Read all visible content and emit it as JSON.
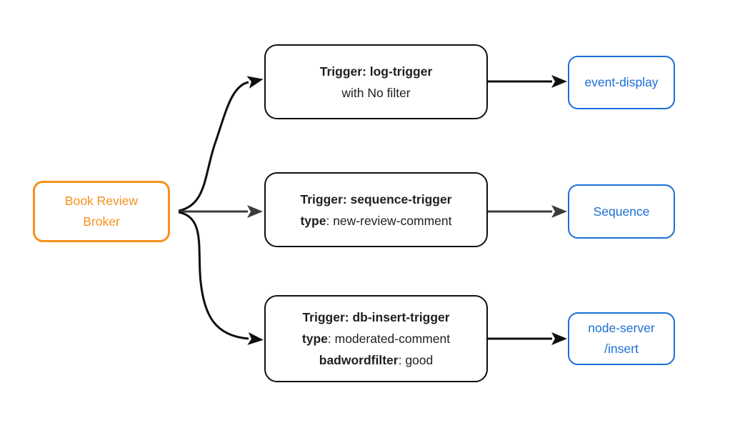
{
  "broker": {
    "lines": [
      "Book Review",
      "Broker"
    ]
  },
  "triggers": [
    {
      "name": "log-trigger",
      "lines": [
        {
          "bold": "Trigger: log-trigger",
          "rest": ""
        },
        {
          "bold": "",
          "rest": "with No filter"
        }
      ]
    },
    {
      "name": "sequence-trigger",
      "lines": [
        {
          "bold": "Trigger: sequence-trigger",
          "rest": ""
        },
        {
          "bold": "type",
          "rest": ": new-review-comment"
        }
      ]
    },
    {
      "name": "db-insert-trigger",
      "lines": [
        {
          "bold": "Trigger: db-insert-trigger",
          "rest": ""
        },
        {
          "bold": "type",
          "rest": ": moderated-comment"
        },
        {
          "bold": "badwordfilter",
          "rest": ": good"
        }
      ]
    }
  ],
  "sinks": [
    {
      "name": "event-display",
      "lines": [
        "event-display"
      ]
    },
    {
      "name": "sequence",
      "lines": [
        "Sequence"
      ]
    },
    {
      "name": "node-server-insert",
      "lines": [
        "node-server",
        "/insert"
      ]
    }
  ],
  "colors": {
    "canvas_bg": "#ffffff",
    "broker_color": "#F6921E",
    "trigger_border": "#0f0f0f",
    "text_color": "#1f1f1f",
    "sink_color": "#1A6FD4",
    "edge_black": "#0f0f0f",
    "edge_gray": "#3b3b3b"
  }
}
